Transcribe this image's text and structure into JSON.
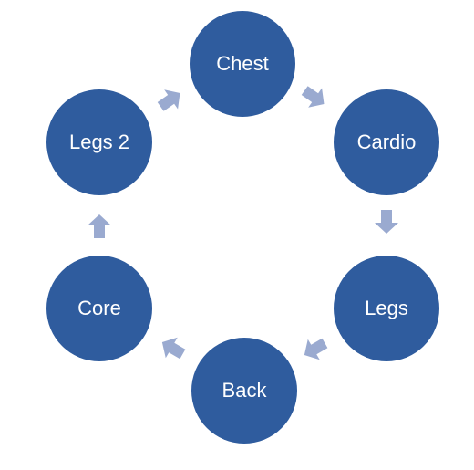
{
  "diagram": {
    "type": "cycle",
    "colors": {
      "node_fill": "#2f5c9e",
      "node_text": "#ffffff",
      "arrow_fill": "#9aaad0"
    },
    "nodes": [
      {
        "id": "chest",
        "label": "Chest"
      },
      {
        "id": "cardio",
        "label": "Cardio"
      },
      {
        "id": "legs",
        "label": "Legs"
      },
      {
        "id": "back",
        "label": "Back"
      },
      {
        "id": "core",
        "label": "Core"
      },
      {
        "id": "legs2",
        "label": "Legs 2"
      }
    ],
    "edges": [
      {
        "from": "chest",
        "to": "cardio"
      },
      {
        "from": "cardio",
        "to": "legs"
      },
      {
        "from": "legs",
        "to": "back"
      },
      {
        "from": "back",
        "to": "core"
      },
      {
        "from": "core",
        "to": "legs2"
      },
      {
        "from": "legs2",
        "to": "chest"
      }
    ]
  }
}
